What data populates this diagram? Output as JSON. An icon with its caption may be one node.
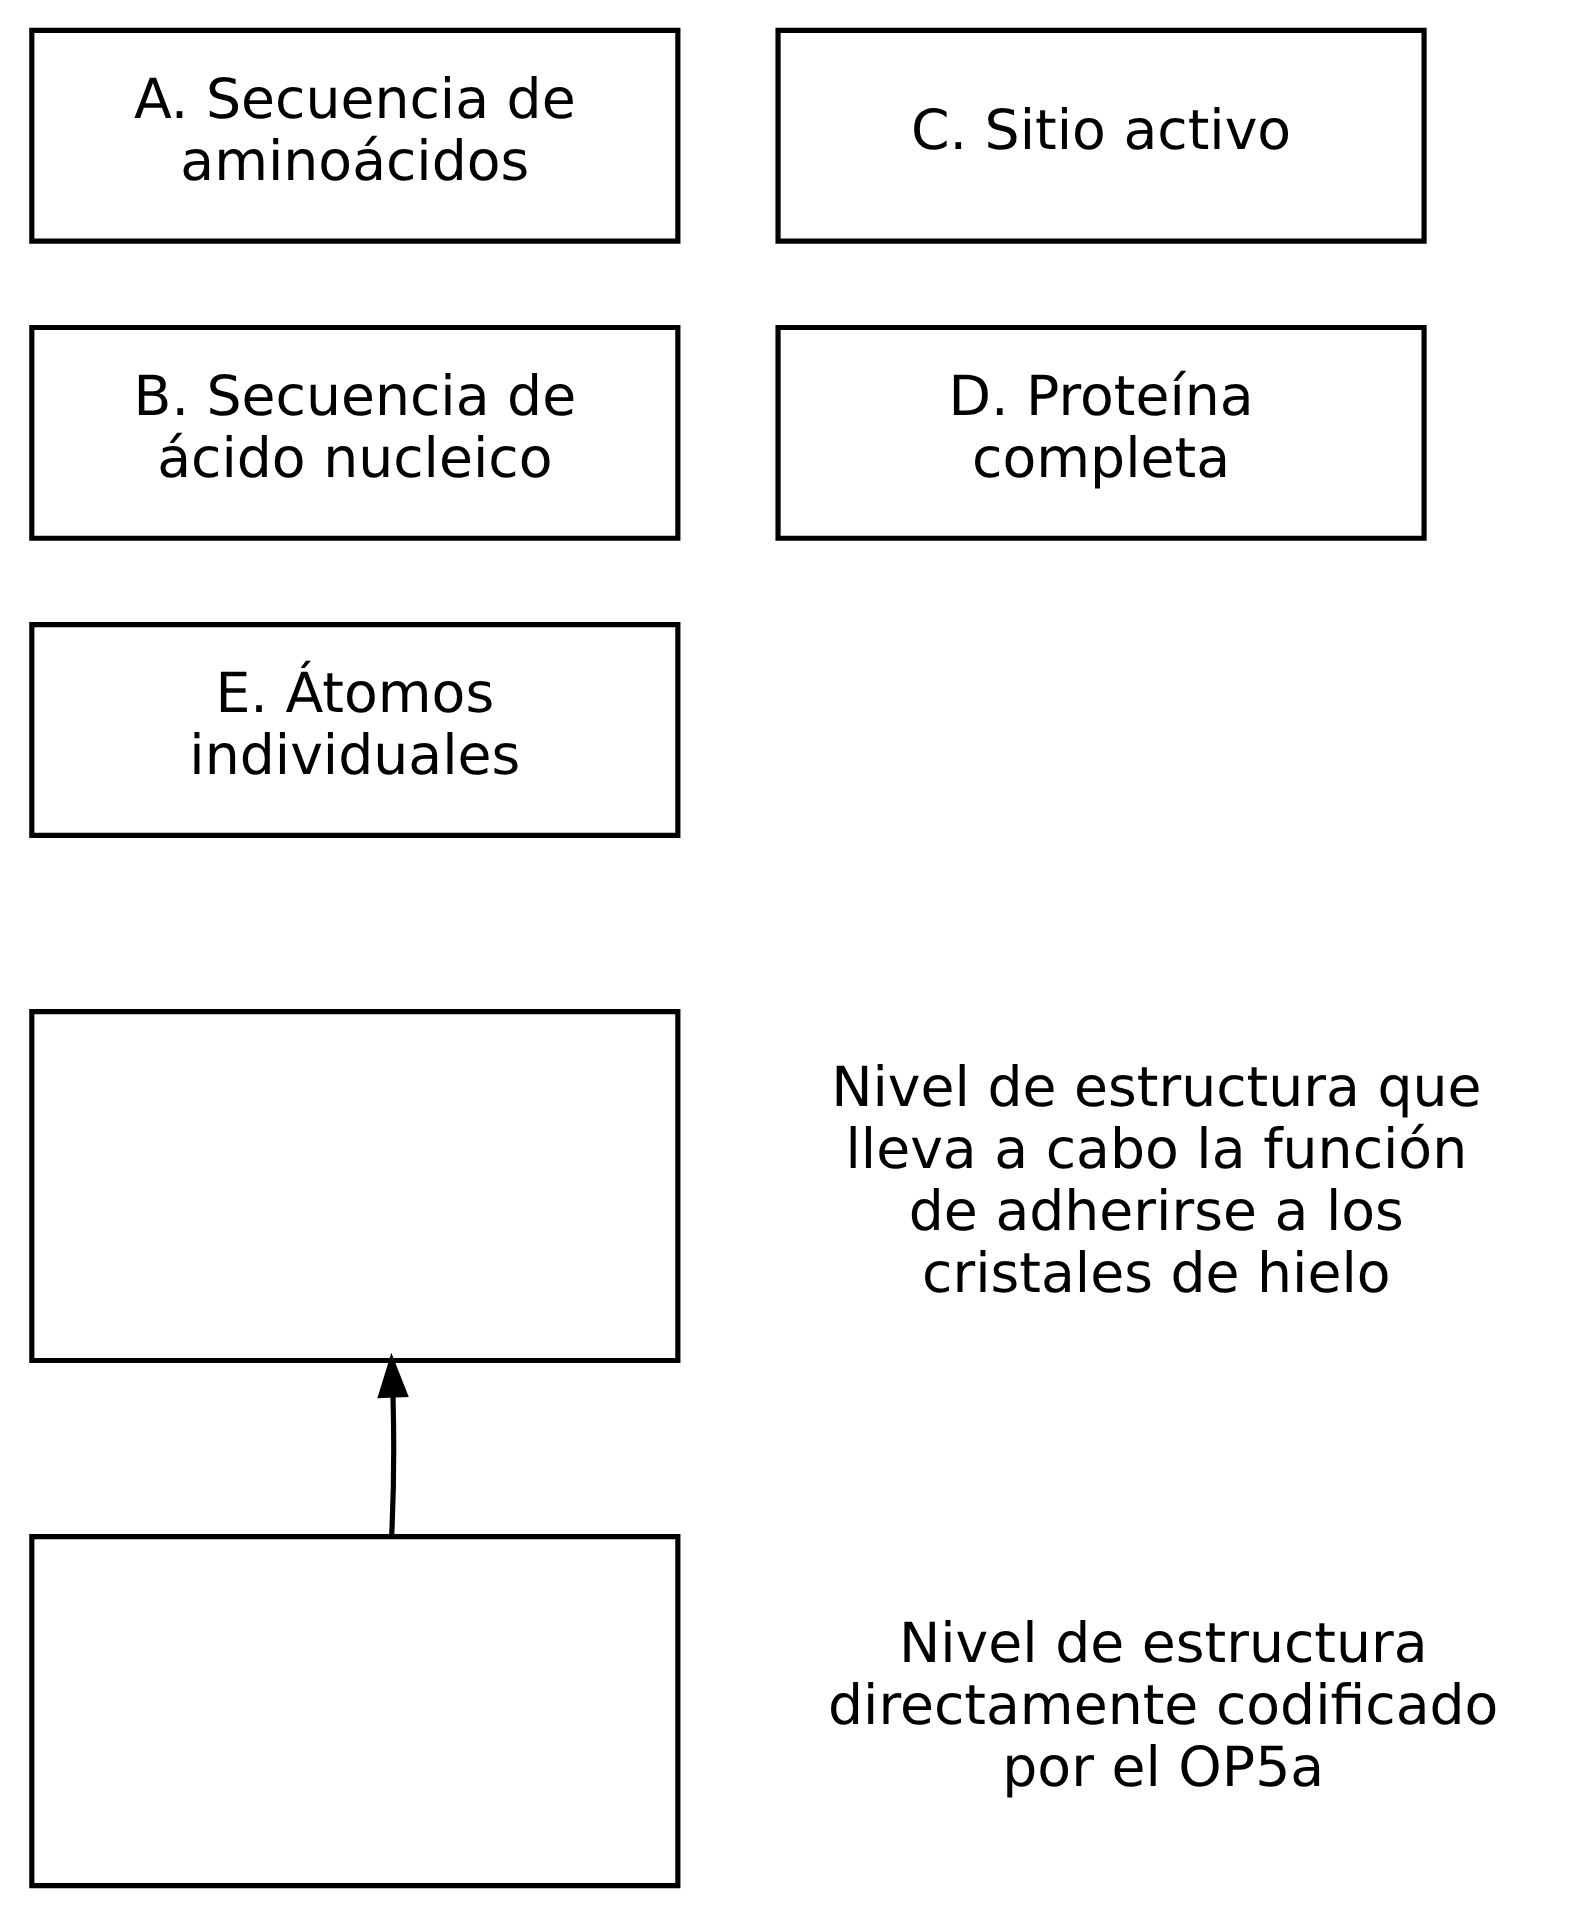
{
  "diagram": {
    "nodes": [
      {
        "text": [
          "A. Secuencia de aminoácidos"
        ]
      },
      {
        "text": [
          "C. Sitio activo"
        ]
      },
      {
        "text": [
          "B. Secuencia de ácido nucleico"
        ]
      },
      {
        "text": [
          "D. Proteína completa"
        ]
      },
      {
        "text": [
          "E. Átomos individuales"
        ]
      },
      {
        "text": [],
        "shape": "box",
        "beside": [
          "Nivel de estructura que lleva a cabo la función de adherirse a los cristales de hielo"
        ]
      },
      {
        "text": [],
        "shape": "box",
        "beside": [
          "Nivel de estructura directamente codificado por el OP5a"
        ]
      }
    ],
    "edges": [
      {
        "from": 6,
        "to": 5,
        "arrow": "to"
      }
    ]
  }
}
